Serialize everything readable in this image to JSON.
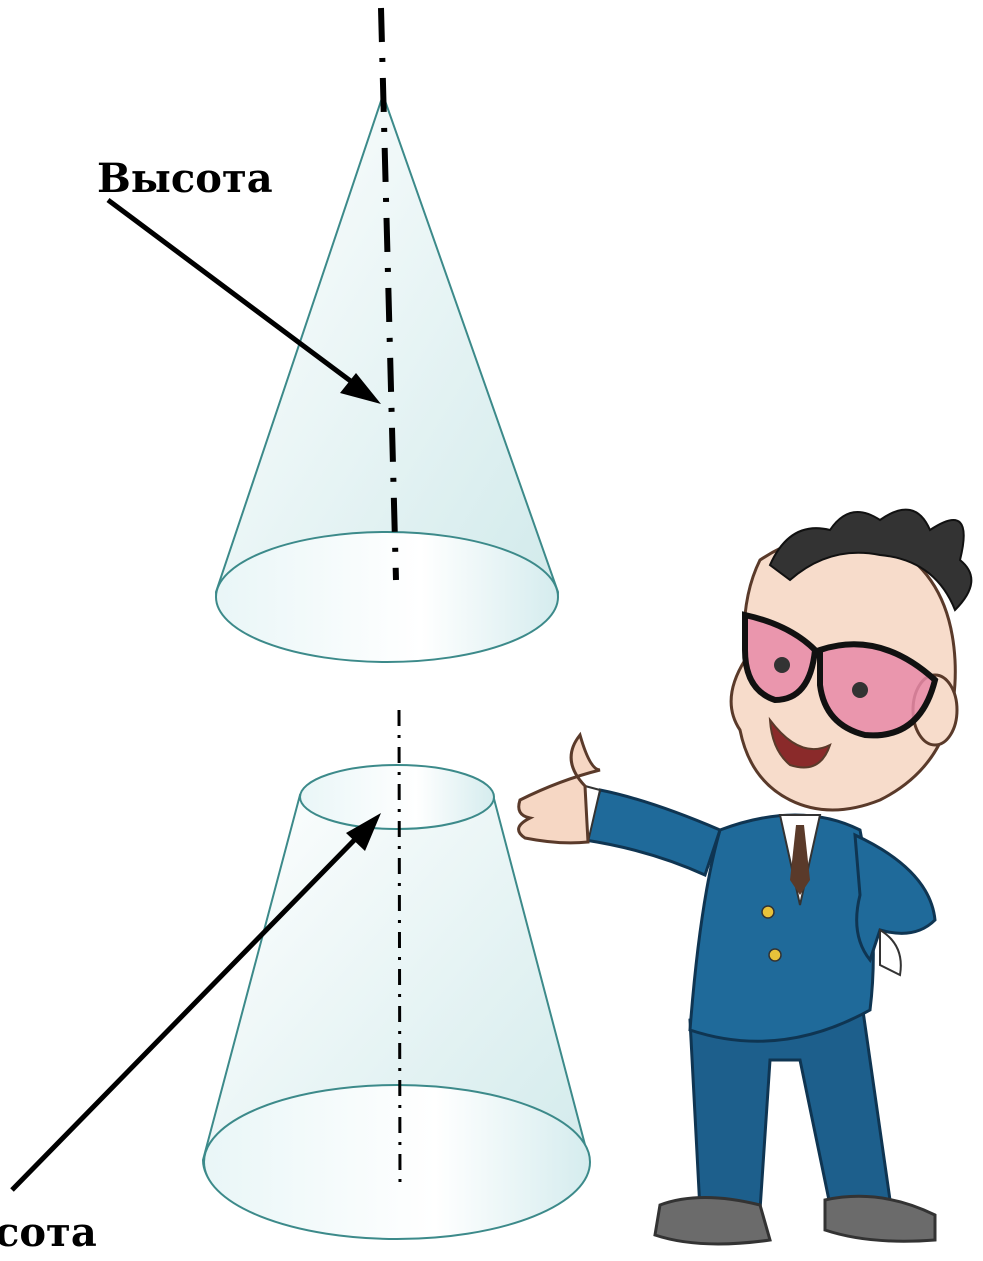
{
  "labels": {
    "cone_height": "Высота",
    "frustum_height": "сота"
  },
  "colors": {
    "solid_fill": "#dff1f2",
    "solid_edge": "#3c8a8a",
    "axis": "#000000",
    "arrow": "#000000",
    "suit": "#1f6a9a",
    "glasses": "#e88aa8"
  },
  "icons": {
    "character": "cartoon-professor-presenting"
  }
}
